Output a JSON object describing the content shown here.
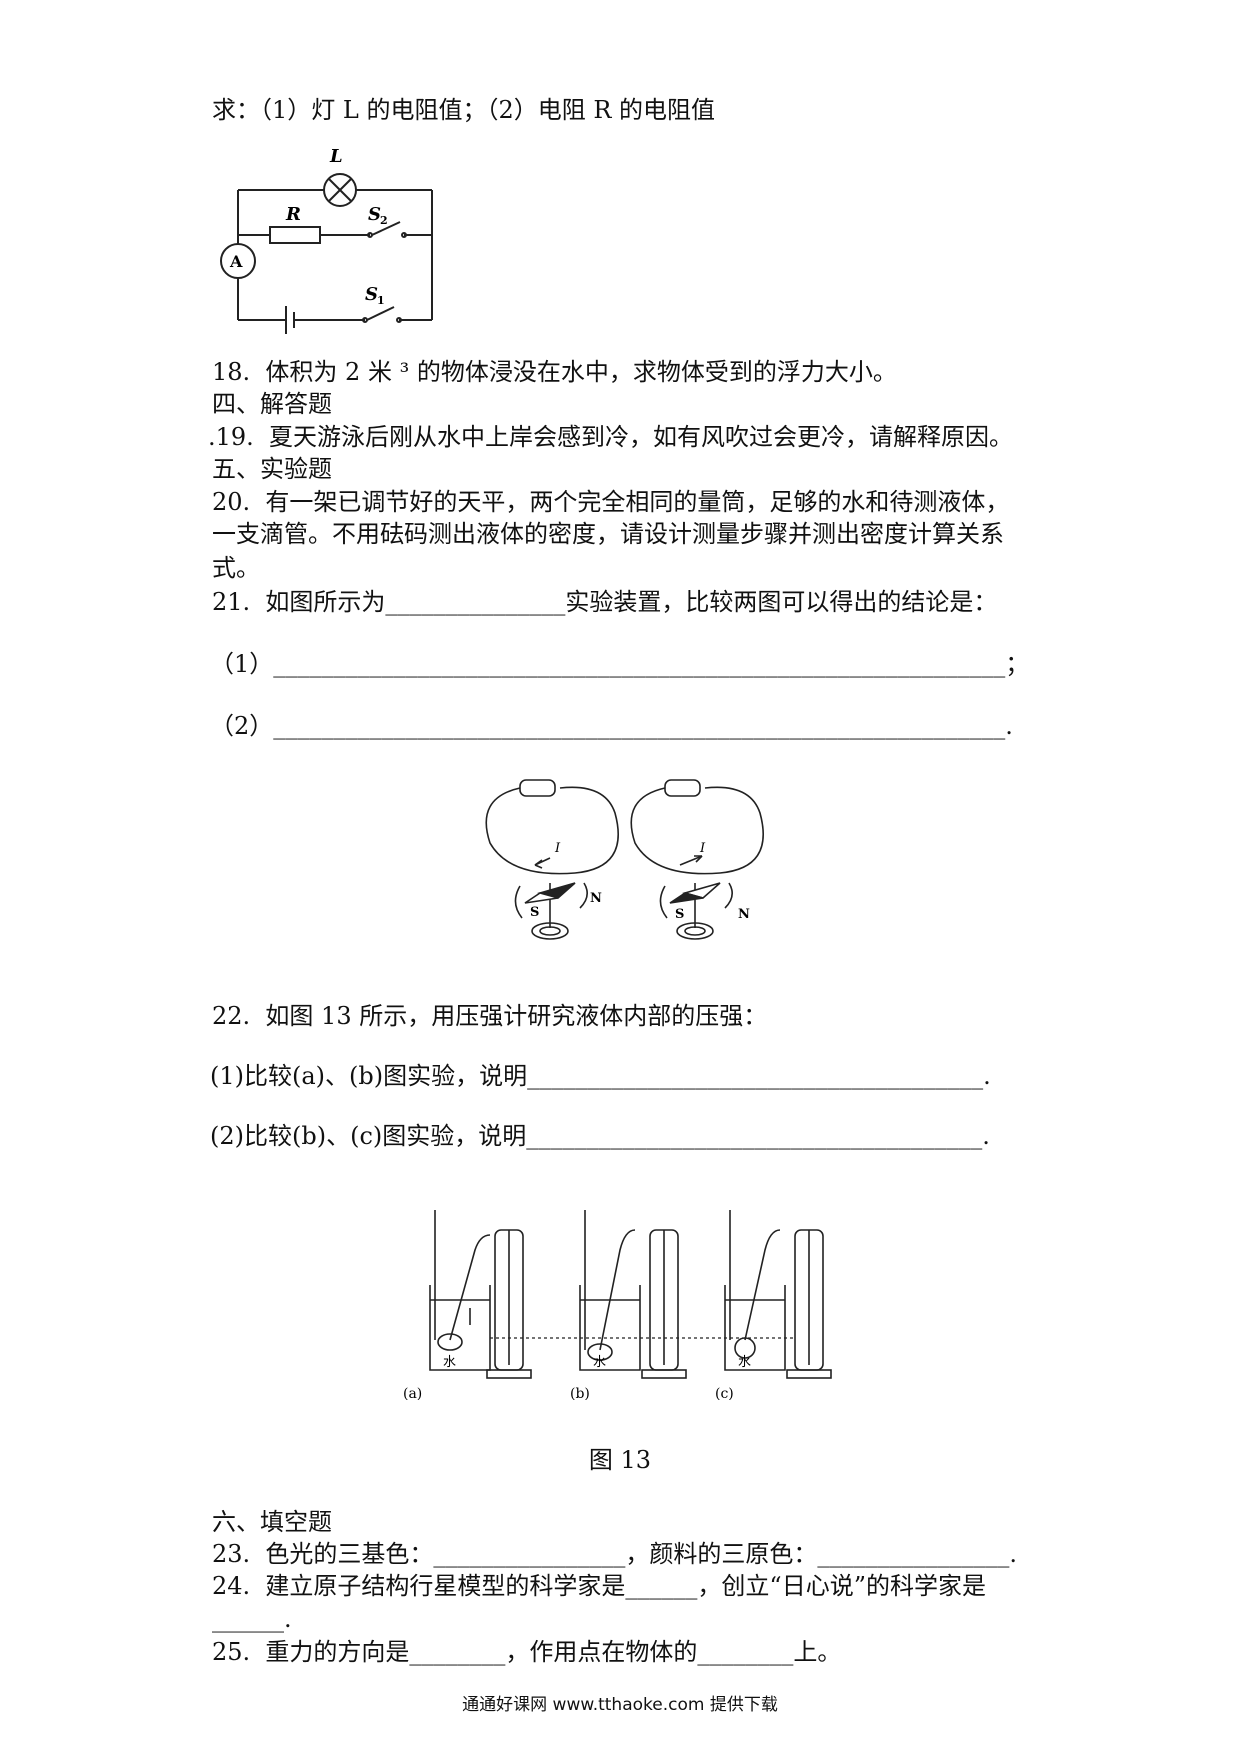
{
  "q17_ask": "求：（1）灯 L 的电阻值；（2）电阻 R 的电阻值",
  "circuit": {
    "L": "L",
    "R": "R",
    "S2": "S",
    "S2_sub": "2",
    "S1": "S",
    "S1_sub": "1",
    "A": "A"
  },
  "q18": "18.  体积为 2 米 ³ 的物体浸没在水中，求物体受到的浮力大小。",
  "sec4": "四、解答题",
  "q19": ".19.  夏天游泳后刚从水中上岸会感到冷，如有风吹过会更冷，请解释原因。",
  "sec5": "五、实验题",
  "q20_1": "20.  有一架已调节好的天平，两个完全相同的量筒，足够的水和待测液体，",
  "q20_2": "一支滴管。不用砝码测出液体的密度，请设计测量步骤并测出密度计算关系",
  "q20_3": "式。",
  "q21": "21.  如图所示为_______________实验装置，比较两图可以得出的结论是：",
  "q21_a": "（1）_____________________________________________________________；",
  "q21_b": "（2）_____________________________________________________________.",
  "oersted": {
    "I": "I",
    "N": "N",
    "S": "S"
  },
  "q22": "22.  如图 13 所示，用压强计研究液体内部的压强：",
  "q22_a": "(1)比较(a)、(b)图实验，说明______________________________________.",
  "q22_b": "(2)比较(b)、(c)图实验，说明______________________________________.",
  "fig13": {
    "a": "(a)",
    "b": "(b)",
    "c": "(c)",
    "water": "水"
  },
  "fig13_caption": "图 13",
  "sec6": "六、填空题",
  "q23": "23.  色光的三基色：________________，颜料的三原色：________________.",
  "q24_1": "24.  建立原子结构行星模型的科学家是______，创立“日心说”的科学家是",
  "q24_2": "______.",
  "q25": "25.  重力的方向是________，作用点在物体的________上。",
  "footer": "通通好课网 www.tthaoke.com 提供下载"
}
